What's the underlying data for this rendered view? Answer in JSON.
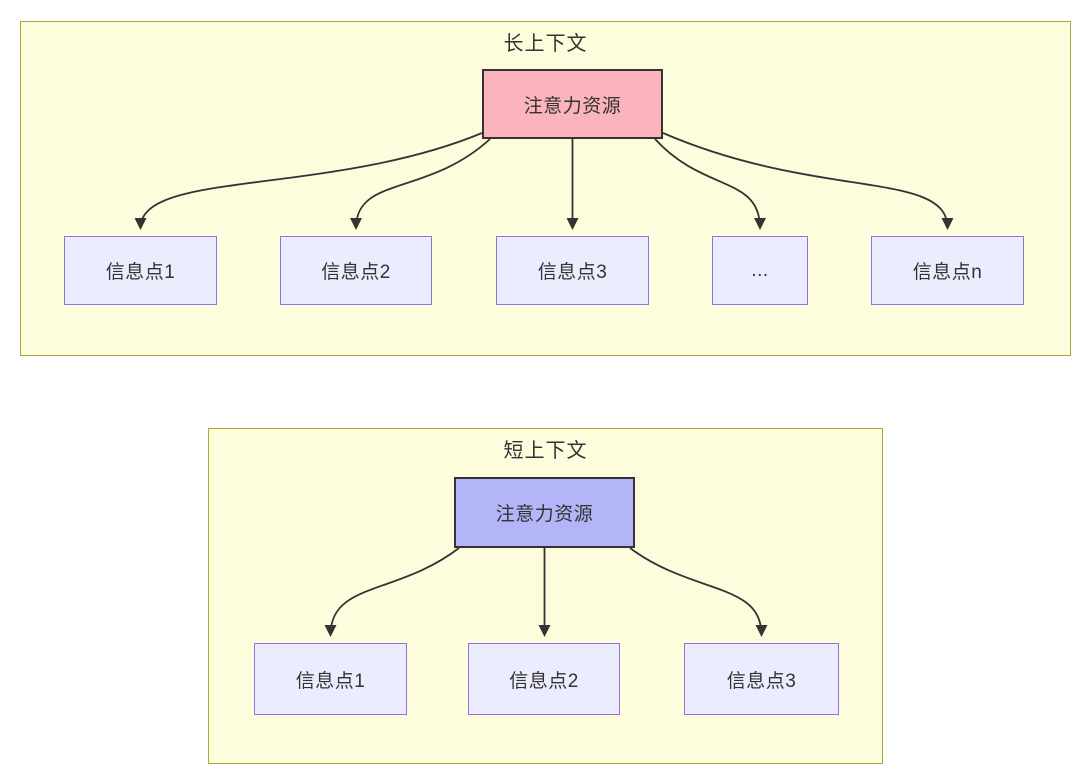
{
  "diagram": {
    "colors": {
      "cluster_fill": "#fdfdde",
      "cluster_border": "#aaaa33",
      "node_fill": "#ececff",
      "node_border": "#9370db",
      "attention_long_fill": "#fbb4bb",
      "attention_short_fill": "#b4b4f8",
      "attention_border": "#333333",
      "edge_color": "#333333",
      "text_color": "#333333"
    },
    "long_context": {
      "title": "长上下文",
      "attention_label": "注意力资源",
      "info_points": [
        "信息点1",
        "信息点2",
        "信息点3",
        "...",
        "信息点n"
      ]
    },
    "short_context": {
      "title": "短上下文",
      "attention_label": "注意力资源",
      "info_points": [
        "信息点1",
        "信息点2",
        "信息点3"
      ]
    }
  }
}
